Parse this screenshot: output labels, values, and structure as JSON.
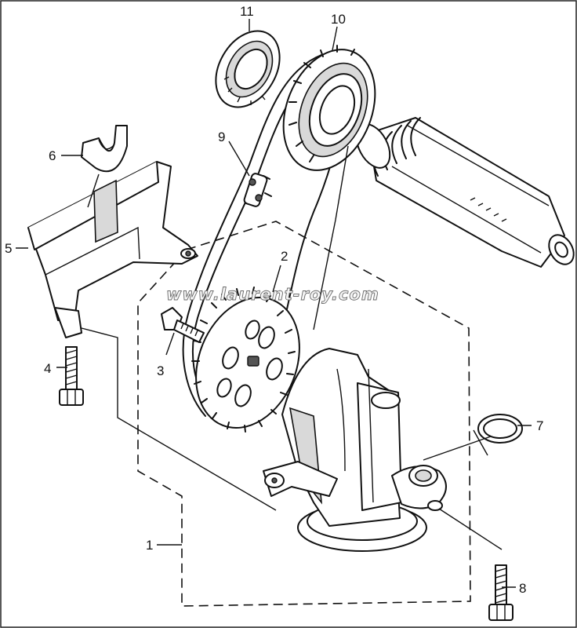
{
  "diagram": {
    "callouts": [
      {
        "id": "1",
        "label": "1"
      },
      {
        "id": "2",
        "label": "2"
      },
      {
        "id": "3",
        "label": "3"
      },
      {
        "id": "4",
        "label": "4"
      },
      {
        "id": "5",
        "label": "5"
      },
      {
        "id": "6",
        "label": "6"
      },
      {
        "id": "7",
        "label": "7"
      },
      {
        "id": "8",
        "label": "8"
      },
      {
        "id": "9",
        "label": "9"
      },
      {
        "id": "10",
        "label": "10"
      },
      {
        "id": "11",
        "label": "11"
      }
    ],
    "watermark": "www.laurent-roy.com"
  }
}
